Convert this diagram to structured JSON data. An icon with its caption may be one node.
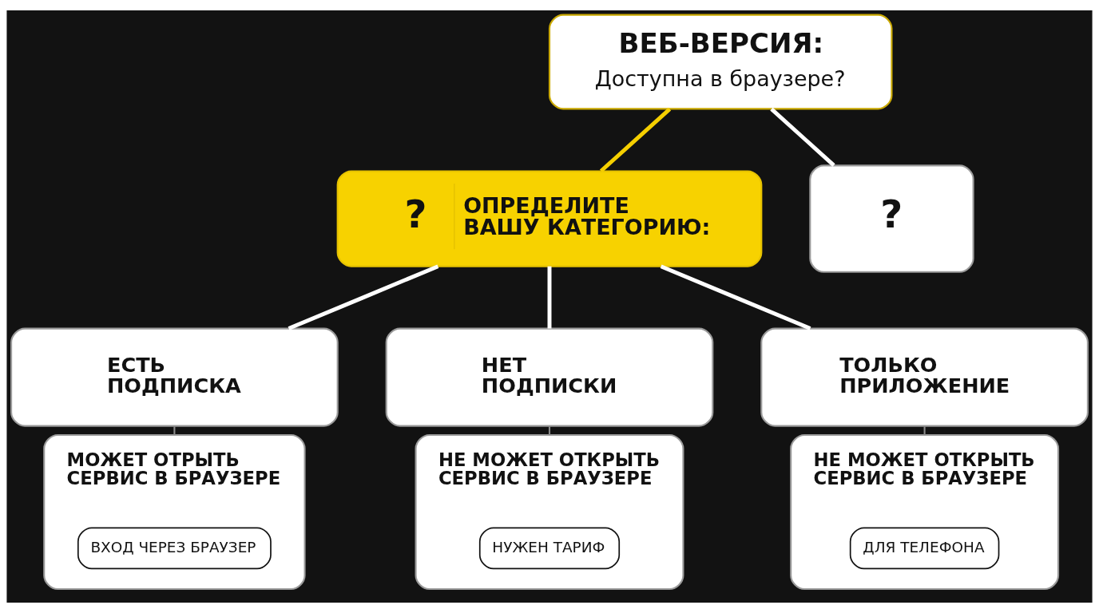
{
  "diagram": {
    "nodes": [
      {
        "text": [
          "ВЕБ-ВЕРСИЯ:",
          "Доступна в браузере?"
        ]
      },
      {
        "text": [
          "?",
          "ОПРЕДЕЛИТЕ ВАШУ КАТЕГОРИЮ:"
        ]
      },
      {
        "text": [
          "?"
        ]
      },
      {
        "text": [
          "ЕСТЬ ПОДПИСКА"
        ]
      },
      {
        "text": [
          "НЕТ ПОДПИСКИ"
        ]
      },
      {
        "text": [
          "ТОЛЬКО ПРИЛОЖЕНИЕ"
        ]
      },
      {
        "text": [
          "МОЖЕТ ОТРЫТЬ СЕРВИС В БРАУЗЕРЕ"
        ]
      },
      {
        "text": [
          "ВХОД ЧЕРЕЗ БРАУЗЕР"
        ],
        "in": 6
      },
      {
        "text": [
          "НЕ МОЖЕТ ОТКРЫТЬ СЕРВИС В БРАУЗЕРЕ"
        ]
      },
      {
        "text": [
          "НУЖЕН ТАРИФ"
        ],
        "in": 8
      },
      {
        "text": [
          "НЕ МОЖЕТ ОТКРЫТЬ СЕРВИС В БРАУЗЕРЕ"
        ]
      },
      {
        "text": [
          "ДЛЯ ТЕЛЕФОНА"
        ],
        "in": 10
      }
    ],
    "edges": [
      {
        "from": 0,
        "to": 1,
        "arrow": "none",
        "color": "#f5cf00"
      },
      {
        "from": 0,
        "to": 2,
        "arrow": "none"
      },
      {
        "from": 1,
        "to": 3,
        "arrow": "none"
      },
      {
        "from": 1,
        "to": 4,
        "arrow": "none"
      },
      {
        "from": 1,
        "to": 5,
        "arrow": "none"
      },
      {
        "from": 3,
        "to": 6,
        "arrow": "none",
        "color": "#8a8a8a"
      },
      {
        "from": 4,
        "to": 8,
        "arrow": "none",
        "color": "#8a8a8a"
      },
      {
        "from": 5,
        "to": 10,
        "arrow": "none",
        "color": "#8a8a8a"
      }
    ]
  }
}
